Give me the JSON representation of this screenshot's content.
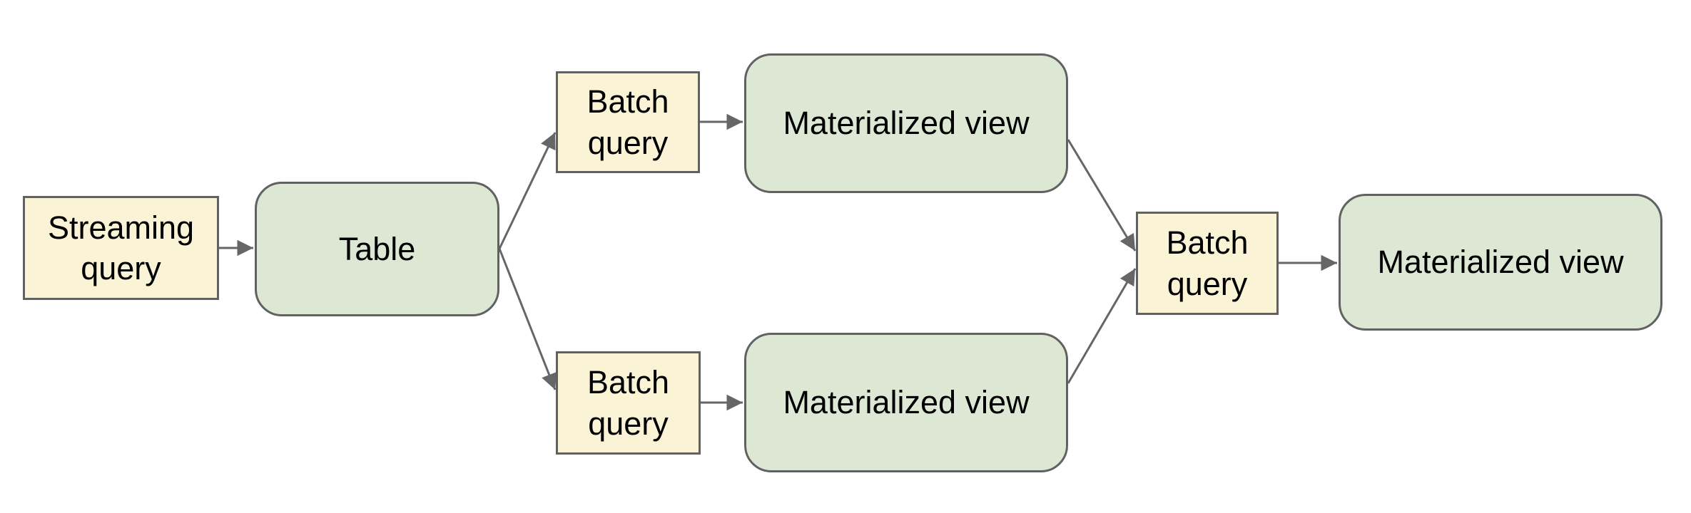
{
  "diagram": {
    "background_color": "#ffffff",
    "colors": {
      "query_fill": "#fbf3d6",
      "view_fill": "#dce8d4",
      "outline": "#616161",
      "connector": "#666666",
      "text": "#000000"
    },
    "nodes": [
      {
        "id": "streaming-query",
        "label": "Streaming query",
        "shape": "rectangle",
        "fill": "#fbf3d6"
      },
      {
        "id": "table",
        "label": "Table",
        "shape": "rounded-rectangle",
        "fill": "#dce8d4"
      },
      {
        "id": "batch-query-top",
        "label": "Batch query",
        "shape": "rectangle",
        "fill": "#fbf3d6"
      },
      {
        "id": "materialized-view-top",
        "label": "Materialized view",
        "shape": "rounded-rectangle",
        "fill": "#dce8d4"
      },
      {
        "id": "batch-query-bottom",
        "label": "Batch query",
        "shape": "rectangle",
        "fill": "#fbf3d6"
      },
      {
        "id": "materialized-view-bottom",
        "label": "Materialized view",
        "shape": "rounded-rectangle",
        "fill": "#dce8d4"
      },
      {
        "id": "batch-query-right",
        "label": "Batch query",
        "shape": "rectangle",
        "fill": "#fbf3d6"
      },
      {
        "id": "materialized-view-right",
        "label": "Materialized view",
        "shape": "rounded-rectangle",
        "fill": "#dce8d4"
      }
    ],
    "edges": [
      {
        "from": "streaming-query",
        "to": "table"
      },
      {
        "from": "table",
        "to": "batch-query-top"
      },
      {
        "from": "table",
        "to": "batch-query-bottom"
      },
      {
        "from": "batch-query-top",
        "to": "materialized-view-top"
      },
      {
        "from": "batch-query-bottom",
        "to": "materialized-view-bottom"
      },
      {
        "from": "materialized-view-top",
        "to": "batch-query-right"
      },
      {
        "from": "materialized-view-bottom",
        "to": "batch-query-right"
      },
      {
        "from": "batch-query-right",
        "to": "materialized-view-right"
      }
    ]
  }
}
